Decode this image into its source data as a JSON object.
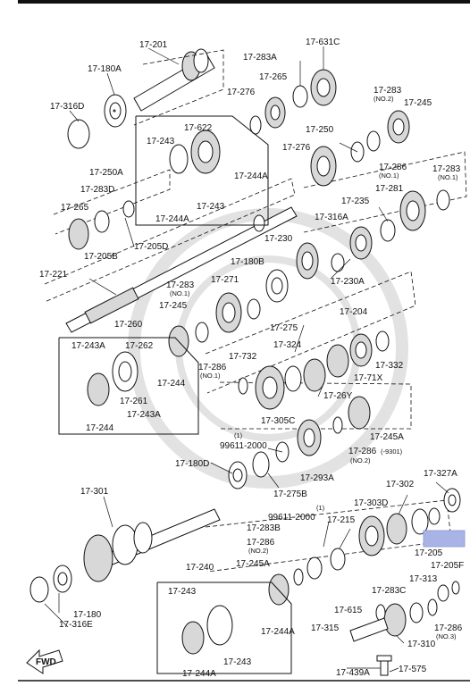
{
  "labels": {
    "l_17_201": "17-201",
    "l_17_180A": "17-180A",
    "l_17_316D": "17-316D",
    "l_17_283A": "17-283A",
    "l_17_631C": "17-631C",
    "l_17_265_top": "17-265",
    "l_17_276_a": "17-276",
    "l_17_276_b": "17-276",
    "l_17_283_no2_top": "17-283",
    "l_no2_top": "(NO.2)",
    "l_17_245_top": "17-245",
    "l_17_622": "17-622",
    "l_17_243_a": "17-243",
    "l_17_244A_a": "17-244A",
    "l_17_243_b": "17-243",
    "l_17_244A_b": "17-244A",
    "l_17_250": "17-250",
    "l_17_250A": "17-250A",
    "l_17_286_no1_top": "17-286",
    "l_no1_top": "(NO.1)",
    "l_17_283_no1_right": "17-283",
    "l_no1_right": "(NO.1)",
    "l_17_283D": "17-283D",
    "l_17_281": "17-281",
    "l_17_265_left": "17-265",
    "l_17_235": "17-235",
    "l_17_316A": "17-316A",
    "l_17_205B": "17-205B",
    "l_17_205D": "17-205D",
    "l_17_230": "17-230",
    "l_17_180B": "17-180B",
    "l_17_230A": "17-230A",
    "l_17_221": "17-221",
    "l_17_283_no1_mid": "17-283",
    "l_no1_mid": "(NO.1)",
    "l_17_271": "17-271",
    "l_17_245_mid": "17-245",
    "l_17_275": "17-275",
    "l_17_204": "17-204",
    "l_17_260": "17-260",
    "l_17_243A_a": "17-243A",
    "l_17_262": "17-262",
    "l_17_244_a": "17-244",
    "l_17_261": "17-261",
    "l_17_243A_b": "17-243A",
    "l_17_244_b": "17-244",
    "l_17_324": "17-324",
    "l_17_732": "17-732",
    "l_17_286_no1_mid": "17-286",
    "l_no1_mid2": "(NO.1)",
    "l_17_332": "17-332",
    "l_17_71X": "17-71X",
    "l_17_26Y": "17-26Y",
    "l_17_305C": "17-305C",
    "l_17_245A_mid": "17-245A",
    "l_99611_a": "99611-2000",
    "l_paren1_a": "(1)",
    "l_17_286_no2_mid": "17-286",
    "l_range": "(-9301)",
    "l_no2_mid": "(NO.2)",
    "l_17_180D": "17-180D",
    "l_17_293A": "17-293A",
    "l_17_275B": "17-275B",
    "l_17_327A": "17-327A",
    "l_17_301": "17-301",
    "l_17_302": "17-302",
    "l_17_303D": "17-303D",
    "l_paren1_b": "(1)",
    "l_99611_b": "99611-2000",
    "l_17_215": "17-215",
    "l_17_283B": "17-283B",
    "l_17_286_no2_low": "17-286",
    "l_no2_low": "(NO.2)",
    "l_17_245A_low": "17-245A",
    "l_17_205": "17-205",
    "l_17_205F": "17-205F",
    "l_17_313": "17-313",
    "l_17_283C": "17-283C",
    "l_17_286_no3": "17-286",
    "l_no3": "(NO.3)",
    "l_17_180": "17-180",
    "l_17_316E": "17-316E",
    "l_17_240": "17-240",
    "l_17_243_c": "17-243",
    "l_17_244A_c": "17-244A",
    "l_17_244A_d": "17-244A",
    "l_17_243_d": "17-243",
    "l_17_615": "17-615",
    "l_17_310": "17-310",
    "l_17_315": "17-315",
    "l_17_439A": "17-439A",
    "l_17_575": "17-575",
    "l_fwd": "FWD"
  },
  "highlight_color": "#a9b4e6",
  "line_color": "#111111"
}
